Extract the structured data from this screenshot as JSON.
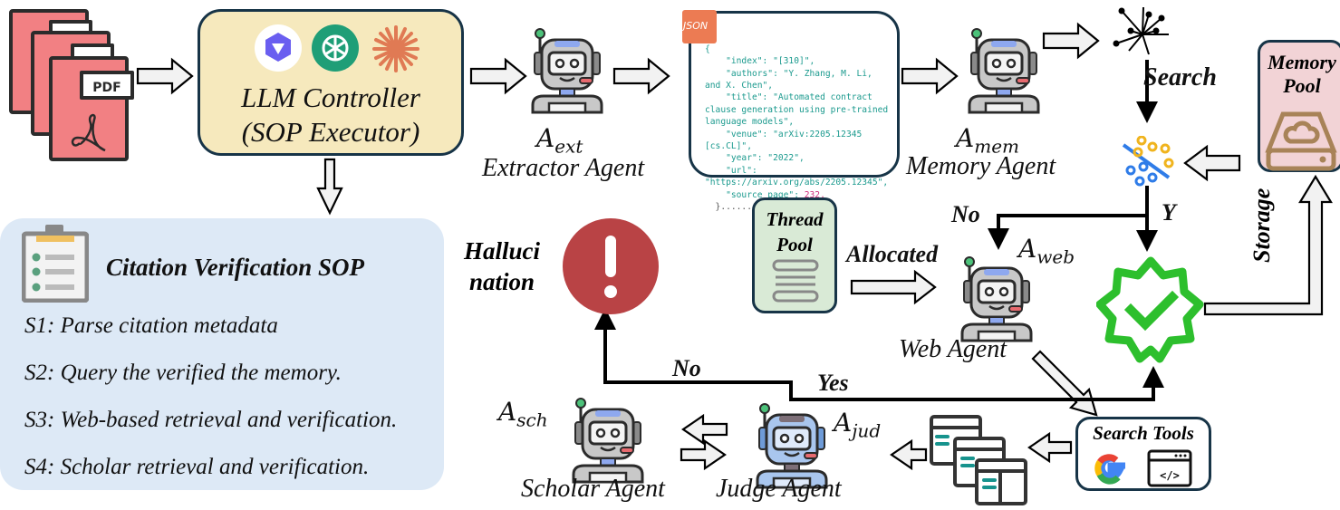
{
  "diagram": {
    "input_docs": {
      "label": "PDF",
      "count": 3,
      "color": "#f28083"
    },
    "llm_controller": {
      "title_line1": "LLM Controller",
      "title_line2": "(SOP Executor)",
      "logos": [
        "qwen-logo",
        "openai-logo",
        "claude-logo"
      ],
      "background": "#f6e9bd"
    },
    "extractor": {
      "symbol": "A",
      "subscript": "ext",
      "name": "Extractor  Agent"
    },
    "json_card": {
      "badge": "JSON",
      "lines": [
        "{",
        "    \"index\": \"[310]\",",
        "    \"authors\": \"Y. Zhang, M. Li,",
        "and X. Chen\",",
        "    \"title\": \"Automated contract",
        "clause generation using pre-trained",
        "language models\",",
        "    \"venue\": \"arXiv:2205.12345",
        "[cs.CL]\",",
        "    \"year\": \"2022\",",
        "    \"url\":",
        "\"https://arxiv.org/abs/2205.12345\",",
        "    \"source_page\": "
      ],
      "source_page_value": "232,",
      "closing": "}........"
    },
    "memory_agent": {
      "symbol": "A",
      "subscript": "mem",
      "name": "Memory  Agent"
    },
    "search_label": "Search",
    "memory_pool": {
      "line1": "Memory",
      "line2": "Pool",
      "background": "#f2d3d6"
    },
    "storage_label": "Storage",
    "branch_no_top": "No",
    "branch_yes_top": "Y",
    "thread_pool": {
      "line1": "Thread",
      "line2": "Pool",
      "background": "#d9ead6"
    },
    "allocated_label": "Allocated",
    "web_agent": {
      "symbol": "A",
      "subscript": "web",
      "name": "Web Agent"
    },
    "hallucination": {
      "line1": "Halluci",
      "line2": "nation",
      "color": "#b94345"
    },
    "verified_color": "#2dbf2d",
    "branch_no_bottom": "No",
    "branch_yes_bottom": "Yes",
    "scholar_agent": {
      "symbol": "A",
      "subscript": "sch",
      "name": "Scholar Agent"
    },
    "judge_agent": {
      "symbol": "A",
      "subscript": "jud",
      "name": "Judge Agent"
    },
    "search_tools": {
      "title": "Search Tools",
      "icons": [
        "google-icon",
        "code-window-icon"
      ]
    },
    "sop": {
      "title": "Citation Verification SOP",
      "steps": [
        "S1: Parse citation metadata",
        "S2: Query the verified the memory.",
        "S3: Web-based retrieval and verification.",
        "S4: Scholar retrieval and verification."
      ],
      "background": "#dde9f6"
    }
  }
}
